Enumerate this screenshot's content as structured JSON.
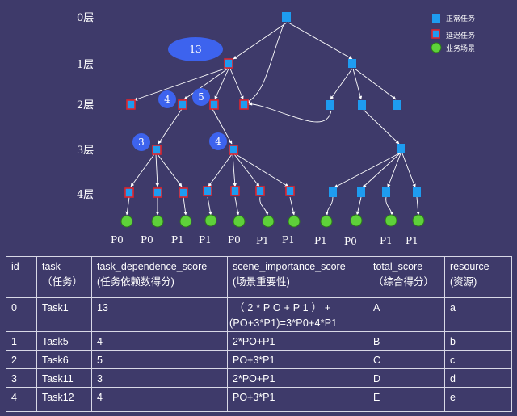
{
  "levels": [
    "0层",
    "1层",
    "2层",
    "3层",
    "4层"
  ],
  "legend": [
    {
      "label": "正常任务",
      "shape": "blue-square"
    },
    {
      "label": "延迟任务",
      "shape": "red-bordered-square"
    },
    {
      "label": "业务场景",
      "shape": "green-circle"
    }
  ],
  "badges": [
    "13",
    "4",
    "5",
    "3",
    "4"
  ],
  "scene_labels": [
    "P0",
    "P0",
    "P1",
    "P1",
    "P0",
    "P1",
    "P1",
    "P1",
    "P0",
    "P1",
    "P1"
  ],
  "colors": {
    "background": "#3e3a6a",
    "normal_task": "#1e9cf0",
    "delayed_border": "#e0242c",
    "scene": "#5ed13a",
    "badge": "#3d63ee"
  },
  "table": {
    "headers": [
      {
        "title": "id",
        "sub": ""
      },
      {
        "title": "task",
        "sub": "（任务）"
      },
      {
        "title": "task_dependence_score",
        "sub": "(任务依赖数得分)"
      },
      {
        "title": "scene_importance_score",
        "sub": "(场景重要性)"
      },
      {
        "title": "total_score",
        "sub": "（综合得分）"
      },
      {
        "title": "resource",
        "sub": "(资源)"
      }
    ],
    "rows": [
      {
        "id": "0",
        "task": "Task1",
        "dep": "13",
        "scene_line1": "（ 2 * P O + P 1 ） +",
        "scene_line2": "(PO+3*P1)=3*P0+4*P1",
        "total": "A",
        "resource": "a"
      },
      {
        "id": "1",
        "task": "Task5",
        "dep": "4",
        "scene_line1": "2*PO+P1",
        "scene_line2": "",
        "total": "B",
        "resource": "b"
      },
      {
        "id": "2",
        "task": "Task6",
        "dep": "5",
        "scene_line1": "PO+3*P1",
        "scene_line2": "",
        "total": "C",
        "resource": "c"
      },
      {
        "id": "3",
        "task": "Task11",
        "dep": "3",
        "scene_line1": "2*PO+P1",
        "scene_line2": "",
        "total": "D",
        "resource": "d"
      },
      {
        "id": "4",
        "task": "Task12",
        "dep": "4",
        "scene_line1": "PO+3*P1",
        "scene_line2": "",
        "total": "E",
        "resource": "e"
      }
    ]
  }
}
